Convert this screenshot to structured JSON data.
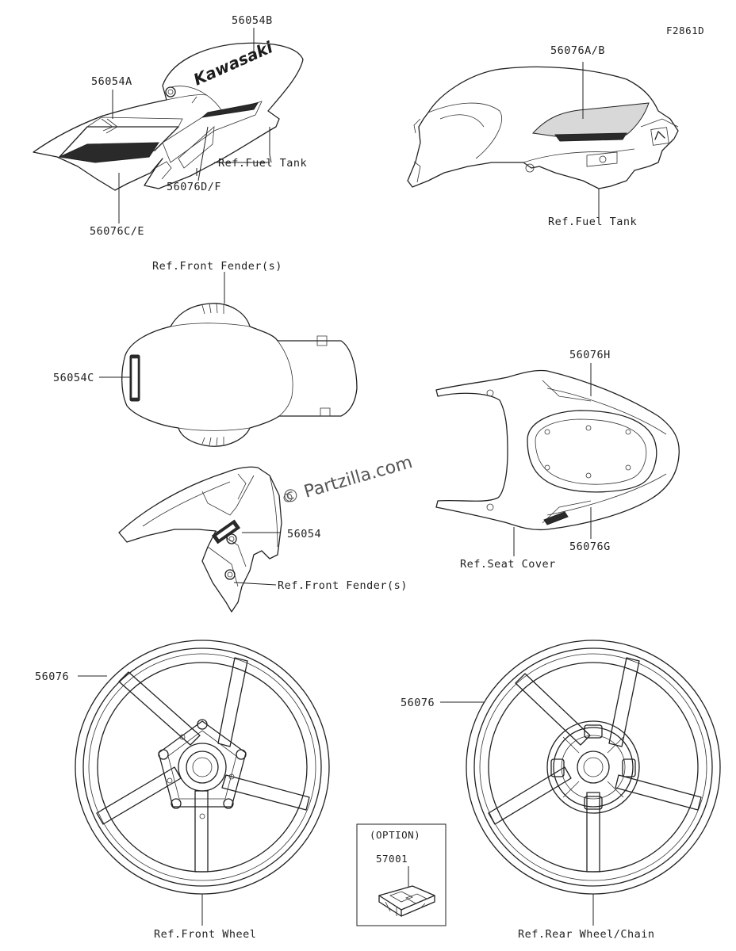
{
  "figure_code": "F2861D",
  "watermark": "© Partzilla.com",
  "brand_mark": "Kawasaki",
  "callouts": {
    "tank_left_top": "56054B",
    "tank_left_side": "56054A",
    "tank_left_lower": "56076C/E",
    "tank_left_mid": "56076D/F",
    "tank_left_ref": "Ref.Fuel Tank",
    "tank_right_stripe": "56076A/B",
    "tank_right_ref": "Ref.Fuel Tank",
    "fender_top_ref": "Ref.Front Fender(s)",
    "fender_top_label": "56054C",
    "fender_side_label": "56054",
    "fender_side_ref": "Ref.Front Fender(s)",
    "seat_top": "56076H",
    "seat_bottom": "56076G",
    "seat_ref": "Ref.Seat Cover",
    "front_wheel_label": "56076",
    "front_wheel_ref": "Ref.Front Wheel",
    "rear_wheel_label": "56076",
    "rear_wheel_ref": "Ref.Rear Wheel/Chain",
    "option_title": "(OPTION)",
    "option_part": "57001"
  }
}
